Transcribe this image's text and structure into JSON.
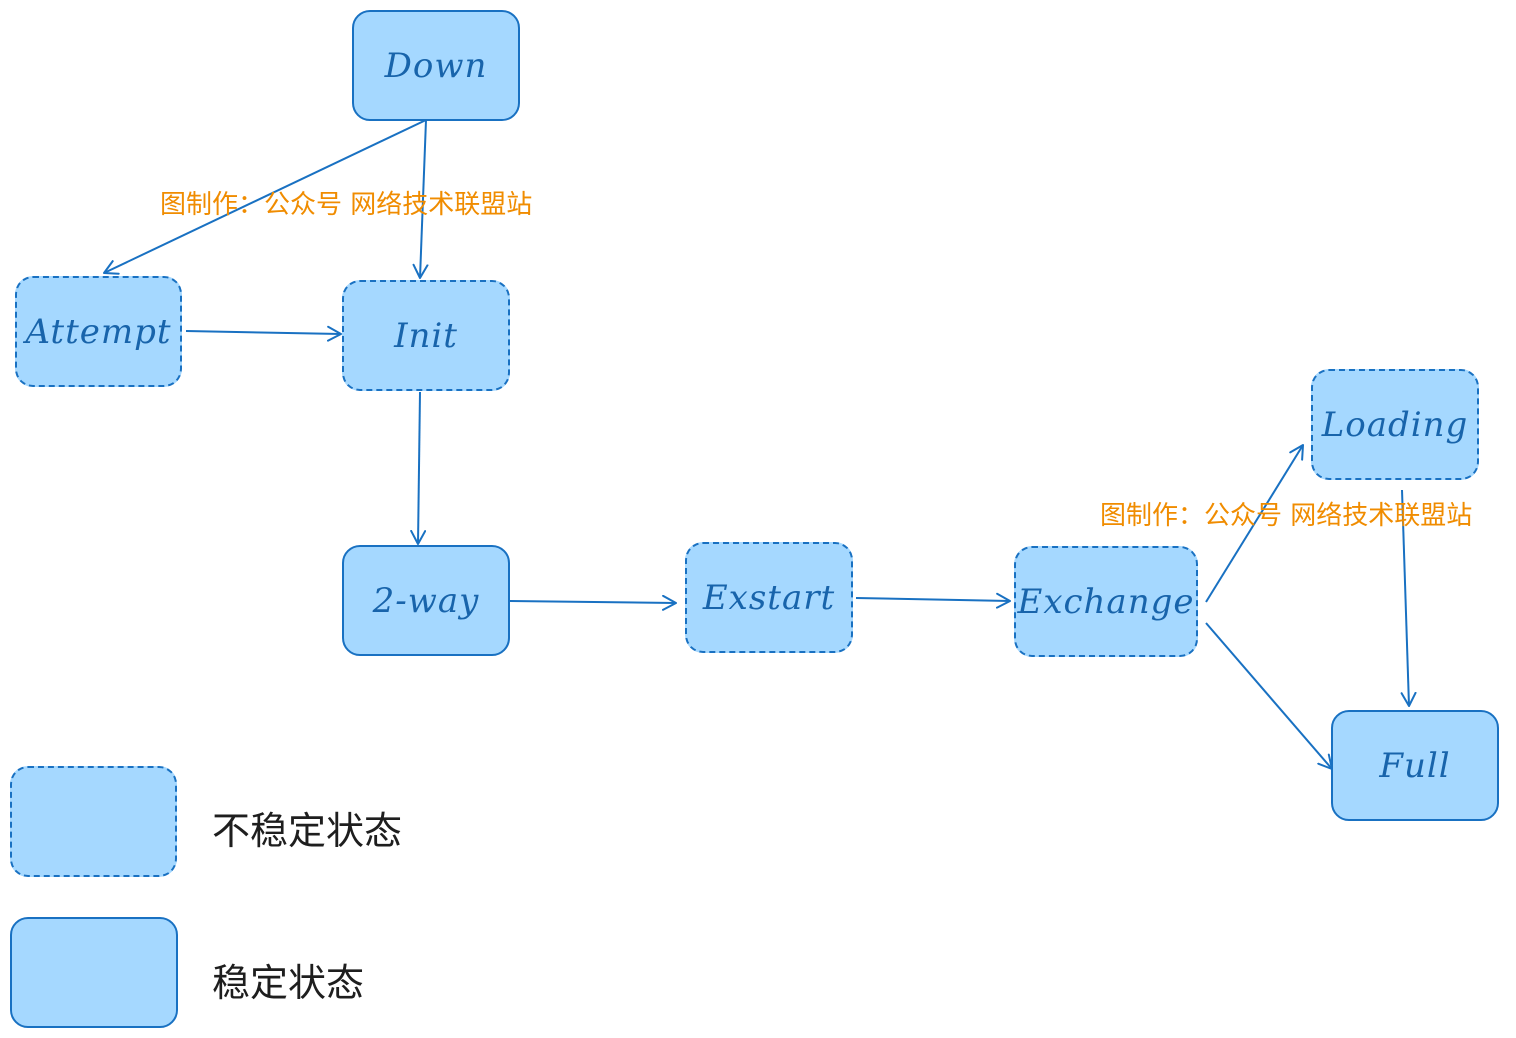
{
  "nodes": {
    "down": "Down",
    "attempt": "Attempt",
    "init": "Init",
    "two_way": "2-way",
    "exstart": "Exstart",
    "exchange": "Exchange",
    "loading": "Loading",
    "full": "Full"
  },
  "watermark": "图制作：公众号  网络技术联盟站",
  "legend": {
    "unstable_label": "不稳定状态",
    "stable_label": "稳定状态"
  },
  "colors": {
    "node_fill": "#a5d8ff",
    "node_stroke": "#1971c2",
    "node_text": "#1864ab",
    "watermark": "#f08c00",
    "legend_text": "#1e1e1e"
  }
}
